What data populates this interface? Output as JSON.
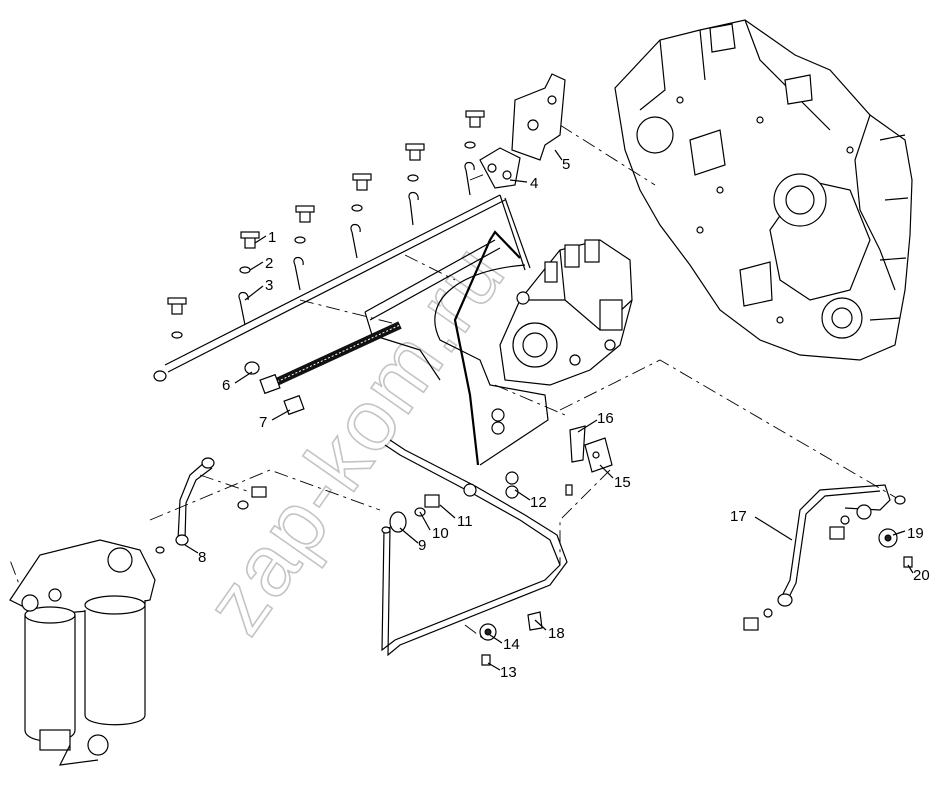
{
  "watermark": "zap-kom.ru",
  "callouts": [
    {
      "id": "c1",
      "text": "1"
    },
    {
      "id": "c2",
      "text": "2"
    },
    {
      "id": "c3",
      "text": "3"
    },
    {
      "id": "c4",
      "text": "4"
    },
    {
      "id": "c5",
      "text": "5"
    },
    {
      "id": "c6",
      "text": "6"
    },
    {
      "id": "c7",
      "text": "7"
    },
    {
      "id": "c8",
      "text": "8"
    },
    {
      "id": "c9",
      "text": "9"
    },
    {
      "id": "c10",
      "text": "10"
    },
    {
      "id": "c11",
      "text": "11"
    },
    {
      "id": "c12",
      "text": "12"
    },
    {
      "id": "c13",
      "text": "13"
    },
    {
      "id": "c14",
      "text": "14"
    },
    {
      "id": "c15",
      "text": "15"
    },
    {
      "id": "c16",
      "text": "16"
    },
    {
      "id": "c17",
      "text": "17"
    },
    {
      "id": "c18",
      "text": "18"
    },
    {
      "id": "c19",
      "text": "19"
    },
    {
      "id": "c20",
      "text": "20"
    }
  ]
}
